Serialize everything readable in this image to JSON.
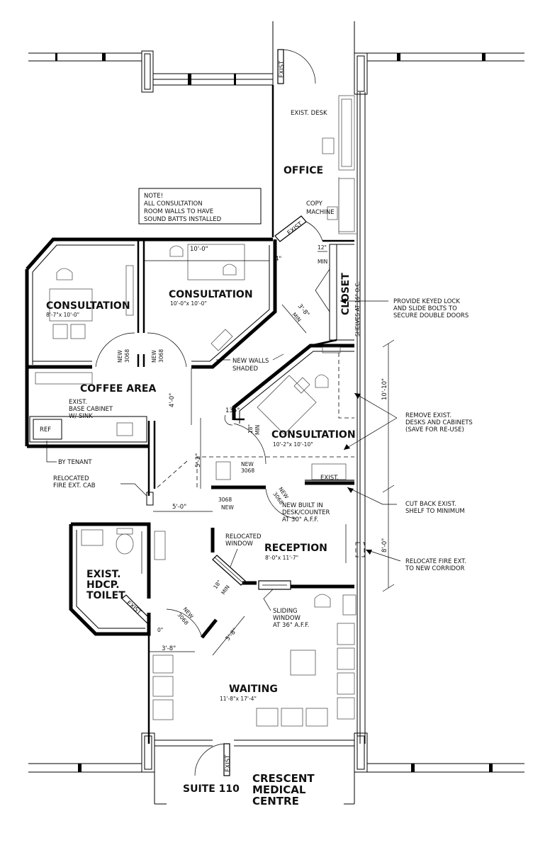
{
  "rooms": {
    "office": "OFFICE",
    "consultation_left": "CONSULTATION",
    "consultation_left_dim": "8'-7\"x 10'-0\"",
    "consultation_center": "CONSULTATION",
    "consultation_center_dim": "10'-0\"x 10'-0\"",
    "consultation_right": "CONSULTATION",
    "consultation_right_dim": "10'-2\"x 10'-10\"",
    "coffee_area": "COFFEE AREA",
    "reception": "RECEPTION",
    "reception_dim": "8'-0\"x 11'-7\"",
    "toilet_line1": "EXIST.",
    "toilet_line2": "HDCP.",
    "toilet_line3": "TOILET",
    "waiting": "WAITING",
    "waiting_dim": "11'-8\"x 17'-4\"",
    "closet": "CLOSET",
    "closet_shelves": "SHELVES AT 16\" O.C."
  },
  "note": {
    "line1": "NOTE!",
    "line2": "ALL CONSULTATION",
    "line3": "ROOM WALLS TO HAVE",
    "line4": "SOUND BATTS INSTALLED"
  },
  "labels": {
    "exist_top": "EXIST",
    "exist_desk": "EXIST. DESK",
    "copy_1": "COPY",
    "copy_2": "MACHINE",
    "exist_office": "EXIST",
    "dim_10_0": "10'-0\"",
    "dim_4": "4\"",
    "dim_12": "12\"",
    "min_12": "MIN",
    "dim_3_8": "3'-8\"",
    "min_3_8": "MIN",
    "new_3068_a": "NEW",
    "new_3068_a2": "3068",
    "new_3068_b": "NEW",
    "new_3068_b2": "3068",
    "new_walls_1": "NEW WALLS",
    "new_walls_2": "SHADED",
    "dim_4_0": "4'-0\"",
    "exist_base_1": "EXIST.",
    "exist_base_2": "BASE CABINET",
    "exist_base_3": "W/ SINK",
    "ref": "REF",
    "by_tenant": "BY TENANT",
    "angle_135": "135°",
    "dim_18": "18\"",
    "min_18": "MIN",
    "dim_5_2": "5'-2\"",
    "new_3068_c1": "NEW",
    "new_3068_c2": "3068",
    "new_3068_d1": "NEW",
    "new_3068_d2": "3068",
    "new_3068_e1": "3068",
    "new_3068_e2": "NEW",
    "exist_right": "EXIST.",
    "relocated_fire_1": "RELOCATED",
    "relocated_fire_2": "FIRE EXT. CAB",
    "dim_5_0": "5'-0\"",
    "new_built_1": "NEW BUILT IN",
    "new_built_2": "DESK/COUNTER",
    "new_built_3": "AT 30\" A.F.F.",
    "relocated_window_1": "RELOCATED",
    "relocated_window_2": "WINDOW",
    "dim_18b": "18\"",
    "min_18b": "MIN",
    "exist_toilet": "EXIST",
    "new_3068_f1": "NEW",
    "new_3068_f2": "3068",
    "dim_0": "0\"",
    "dim_5_8": "5'-8\"",
    "sliding_1": "SLIDING",
    "sliding_2": "WINDOW",
    "sliding_3": "AT 36\" A.F.F.",
    "dim_3_8b": "3'-8\"",
    "exist_bottom": "EXIST",
    "suite": "SUITE 110",
    "crescent_1": "CRESCENT",
    "crescent_2": "MEDICAL",
    "crescent_3": "CENTRE"
  },
  "callouts": {
    "keyed_1": "PROVIDE KEYED LOCK",
    "keyed_2": "AND SLIDE BOLTS TO",
    "keyed_3": "SECURE DOUBLE DOORS",
    "remove_1": "REMOVE EXIST.",
    "remove_2": "DESKS AND CABINETS",
    "remove_3": "(SAVE FOR RE-USE)",
    "cut_1": "CUT BACK EXIST.",
    "cut_2": "SHELF TO MINIMUM",
    "relocate_1": "RELOCATE FIRE EXT.",
    "relocate_2": "TO NEW CORRIDOR",
    "dim_10_10": "10'-10\"",
    "dim_8_0": "8'-0\""
  }
}
